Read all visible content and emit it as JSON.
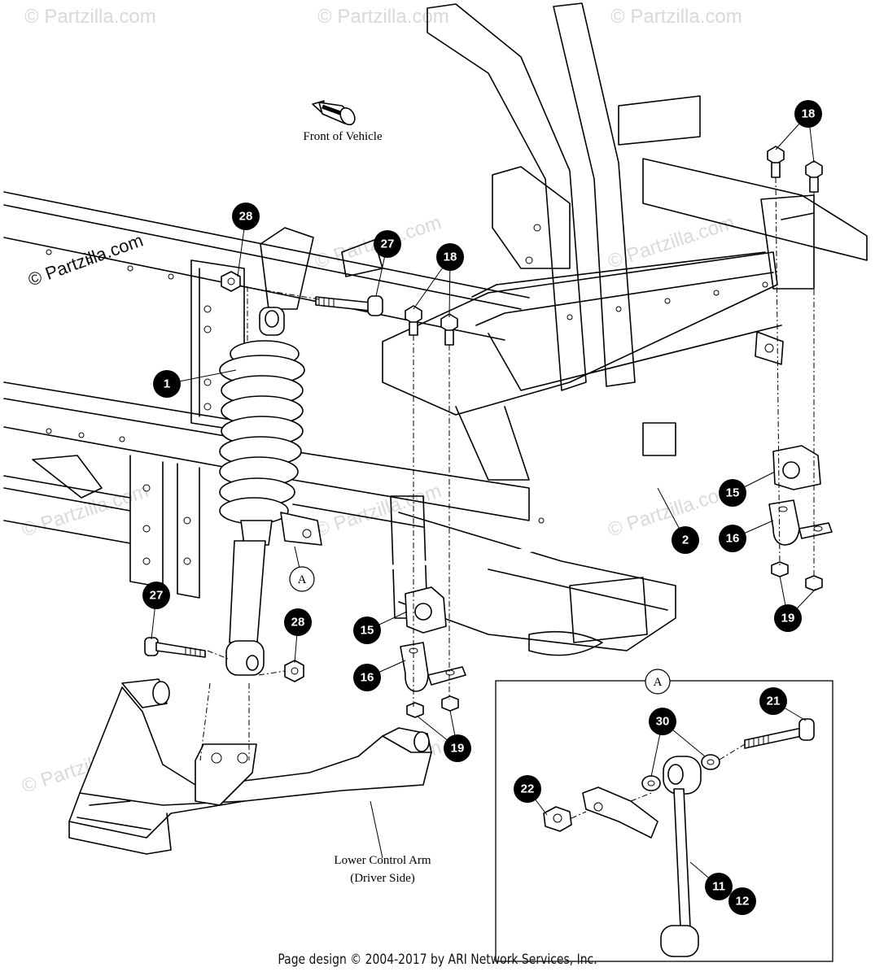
{
  "watermark": {
    "main": "© Partzilla.com",
    "faint": "© Partzilla.com"
  },
  "labels": {
    "front_of_vehicle": "Front of Vehicle",
    "lower_arm_line1": "Lower Control Arm",
    "lower_arm_line2": "(Driver Side)",
    "detail_marker": "A"
  },
  "callouts": [
    {
      "id": "c1",
      "text": "1"
    },
    {
      "id": "c2",
      "text": "2"
    },
    {
      "id": "c11",
      "text": "11"
    },
    {
      "id": "c12",
      "text": "12"
    },
    {
      "id": "c15a",
      "text": "15"
    },
    {
      "id": "c15b",
      "text": "15"
    },
    {
      "id": "c16a",
      "text": "16"
    },
    {
      "id": "c16b",
      "text": "16"
    },
    {
      "id": "c18a",
      "text": "18"
    },
    {
      "id": "c18b",
      "text": "18"
    },
    {
      "id": "c19a",
      "text": "19"
    },
    {
      "id": "c19b",
      "text": "19"
    },
    {
      "id": "c21",
      "text": "21"
    },
    {
      "id": "c22",
      "text": "22"
    },
    {
      "id": "c27a",
      "text": "27"
    },
    {
      "id": "c27b",
      "text": "27"
    },
    {
      "id": "c28a",
      "text": "28"
    },
    {
      "id": "c28b",
      "text": "28"
    },
    {
      "id": "c30",
      "text": "30"
    }
  ],
  "footer": "Page design © 2004-2017 by ARI Network Services, Inc."
}
